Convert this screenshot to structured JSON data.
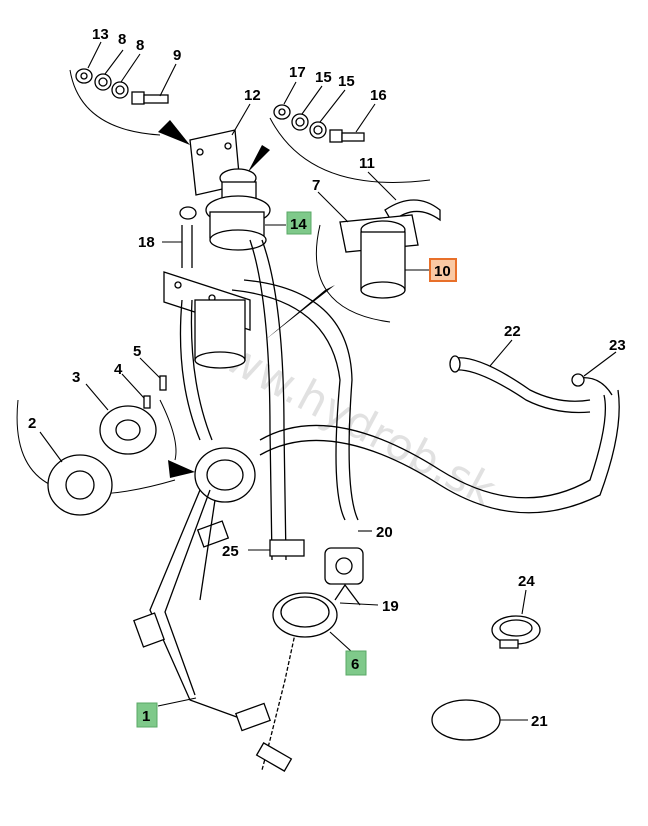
{
  "diagram": {
    "watermark": "www.hydrob.sk",
    "colors": {
      "highlight_green": "#7fc98a",
      "highlight_orange": "#f9c9a4",
      "highlight_orange_border": "#e8702a"
    },
    "callouts": [
      {
        "id": "c13",
        "label": "13",
        "highlight": "none"
      },
      {
        "id": "c8a",
        "label": "8",
        "highlight": "none"
      },
      {
        "id": "c8b",
        "label": "8",
        "highlight": "none"
      },
      {
        "id": "c9",
        "label": "9",
        "highlight": "none"
      },
      {
        "id": "c12",
        "label": "12",
        "highlight": "none"
      },
      {
        "id": "c17",
        "label": "17",
        "highlight": "none"
      },
      {
        "id": "c15a",
        "label": "15",
        "highlight": "none"
      },
      {
        "id": "c15b",
        "label": "15",
        "highlight": "none"
      },
      {
        "id": "c16",
        "label": "16",
        "highlight": "none"
      },
      {
        "id": "c11",
        "label": "11",
        "highlight": "none"
      },
      {
        "id": "c7",
        "label": "7",
        "highlight": "none"
      },
      {
        "id": "c14",
        "label": "14",
        "highlight": "green"
      },
      {
        "id": "c10",
        "label": "10",
        "highlight": "orange"
      },
      {
        "id": "c18",
        "label": "18",
        "highlight": "none"
      },
      {
        "id": "c22",
        "label": "22",
        "highlight": "none"
      },
      {
        "id": "c23",
        "label": "23",
        "highlight": "none"
      },
      {
        "id": "c5",
        "label": "5",
        "highlight": "none"
      },
      {
        "id": "c3",
        "label": "3",
        "highlight": "none"
      },
      {
        "id": "c4",
        "label": "4",
        "highlight": "none"
      },
      {
        "id": "c2",
        "label": "2",
        "highlight": "none"
      },
      {
        "id": "c20",
        "label": "20",
        "highlight": "none"
      },
      {
        "id": "c25",
        "label": "25",
        "highlight": "none"
      },
      {
        "id": "c24",
        "label": "24",
        "highlight": "none"
      },
      {
        "id": "c19",
        "label": "19",
        "highlight": "none"
      },
      {
        "id": "c6",
        "label": "6",
        "highlight": "green"
      },
      {
        "id": "c1",
        "label": "1",
        "highlight": "green"
      },
      {
        "id": "c21",
        "label": "21",
        "highlight": "none"
      }
    ]
  }
}
